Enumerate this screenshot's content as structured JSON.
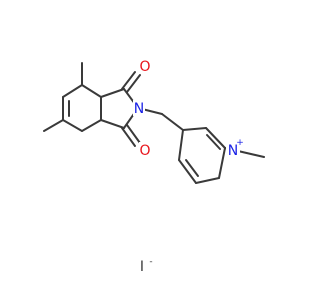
{
  "molecule": {
    "atoms": {
      "carbonyl_oxygen_top": "O",
      "carbonyl_oxygen_bottom": "O",
      "imide_nitrogen": "N",
      "pyridinium_nitrogen": "N",
      "pyridinium_charge": "+"
    },
    "counterion": {
      "symbol": "I",
      "charge": "-"
    }
  },
  "colors": {
    "bond": "#3a3a3a",
    "oxygen": "#e8141b",
    "nitrogen": "#1a22e6",
    "iodine": "#3a3a3a",
    "background": "#ffffff"
  }
}
